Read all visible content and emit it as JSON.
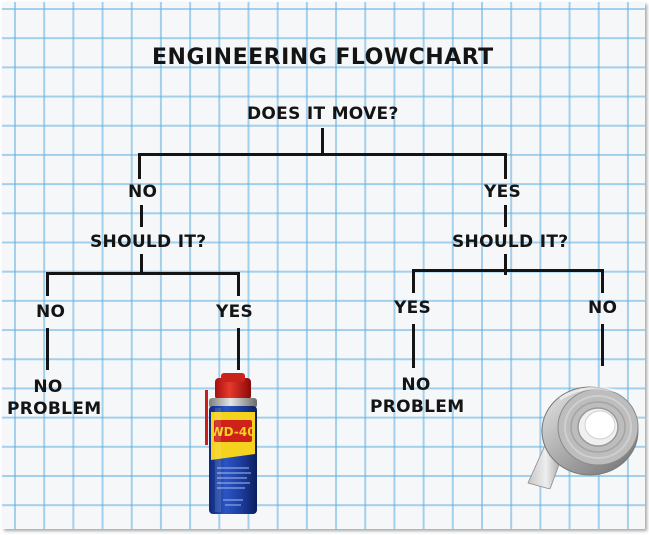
{
  "title": "ENGINEERING FLOWCHART",
  "root": {
    "question": "DOES IT MOVE?"
  },
  "left_branch": {
    "answer": "NO",
    "question": "SHOULD IT?",
    "no": {
      "label": "NO",
      "result": "NO\nPROBLEM"
    },
    "yes": {
      "label": "YES",
      "result_icon": "wd-40-can-icon",
      "can_text": "WD-40"
    }
  },
  "right_branch": {
    "answer": "YES",
    "question": "SHOULD IT?",
    "yes": {
      "label": "YES",
      "result": "NO\nPROBLEM"
    },
    "no": {
      "label": "NO",
      "result_icon": "duct-tape-icon"
    }
  }
}
